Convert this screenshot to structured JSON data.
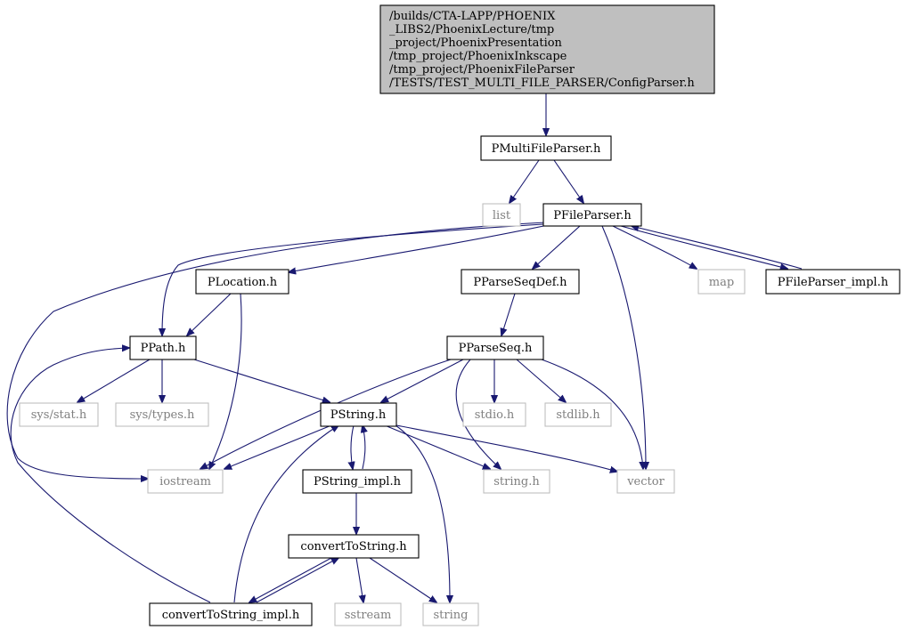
{
  "diagram": {
    "root": {
      "lines": [
        "/builds/CTA-LAPP/PHOENIX",
        "_LIBS2/PhoenixLecture/tmp",
        "_project/PhoenixPresentation",
        "/tmp_project/PhoenixInkscape",
        "/tmp_project/PhoenixFileParser",
        "/TESTS/TEST_MULTI_FILE_PARSER/ConfigParser.h"
      ]
    },
    "nodes": {
      "pmultifileparser": "PMultiFileParser.h",
      "list": "list",
      "pfileparser": "PFileParser.h",
      "plocation": "PLocation.h",
      "pparseseqdef": "PParseSeqDef.h",
      "map": "map",
      "pfileparser_impl": "PFileParser_impl.h",
      "ppath": "PPath.h",
      "pparseseq": "PParseSeq.h",
      "sys_stat": "sys/stat.h",
      "sys_types": "sys/types.h",
      "pstring": "PString.h",
      "stdio": "stdio.h",
      "stdlib": "stdlib.h",
      "iostream": "iostream",
      "string_h": "string.h",
      "vector": "vector",
      "pstring_impl": "PString_impl.h",
      "converttostring": "convertToString.h",
      "converttostring_impl": "convertToString_impl.h",
      "sstream": "sstream",
      "string": "string"
    }
  },
  "colors": {
    "edge": "#191970",
    "root_fill": "#bfbfbf",
    "system_border": "#bfbfbf",
    "system_text": "#7f7f7f"
  }
}
